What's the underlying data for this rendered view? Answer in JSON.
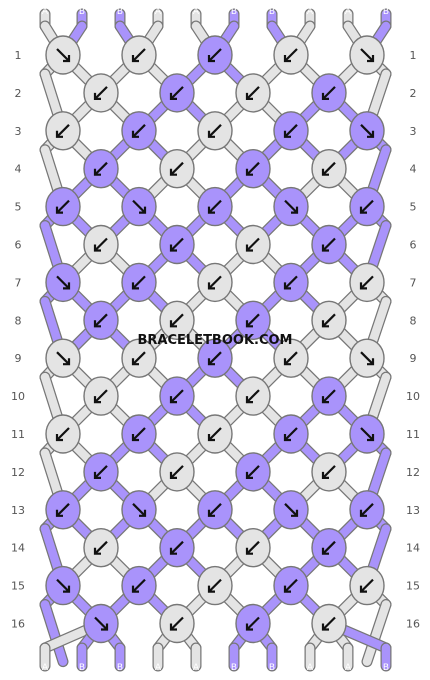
{
  "watermark": "BRACELETBOOK.COM",
  "colors": {
    "A": "#e4e4e4",
    "B": "#a993fb"
  },
  "rows": [
    "1",
    "2",
    "3",
    "4",
    "5",
    "6",
    "7",
    "8",
    "9",
    "10",
    "11",
    "12",
    "13",
    "14",
    "15",
    "16"
  ],
  "top_strings": [
    "A",
    "B",
    "B",
    "A",
    "A",
    "B",
    "B",
    "A",
    "A",
    "B"
  ],
  "bottom_strings": [
    "A",
    "B",
    "B",
    "A",
    "A",
    "B",
    "B",
    "A",
    "A",
    "B"
  ],
  "knots": [
    [
      {
        "c": "A",
        "d": "se"
      },
      {
        "c": "A",
        "d": "sw"
      },
      {
        "c": "B",
        "d": "sw"
      },
      {
        "c": "A",
        "d": "sw"
      },
      {
        "c": "A",
        "d": "se"
      }
    ],
    [
      {
        "c": "A",
        "d": "sw"
      },
      {
        "c": "B",
        "d": "sw"
      },
      {
        "c": "A",
        "d": "sw"
      },
      {
        "c": "B",
        "d": "sw"
      }
    ],
    [
      {
        "c": "A",
        "d": "sw"
      },
      {
        "c": "B",
        "d": "sw"
      },
      {
        "c": "A",
        "d": "sw"
      },
      {
        "c": "B",
        "d": "sw"
      },
      {
        "c": "B",
        "d": "se"
      }
    ],
    [
      {
        "c": "B",
        "d": "sw"
      },
      {
        "c": "A",
        "d": "sw"
      },
      {
        "c": "B",
        "d": "sw"
      },
      {
        "c": "A",
        "d": "sw"
      }
    ],
    [
      {
        "c": "B",
        "d": "sw"
      },
      {
        "c": "B",
        "d": "se"
      },
      {
        "c": "B",
        "d": "sw"
      },
      {
        "c": "B",
        "d": "se"
      },
      {
        "c": "B",
        "d": "sw"
      }
    ],
    [
      {
        "c": "A",
        "d": "sw"
      },
      {
        "c": "B",
        "d": "sw"
      },
      {
        "c": "A",
        "d": "sw"
      },
      {
        "c": "B",
        "d": "sw"
      }
    ],
    [
      {
        "c": "B",
        "d": "se"
      },
      {
        "c": "B",
        "d": "sw"
      },
      {
        "c": "A",
        "d": "sw"
      },
      {
        "c": "B",
        "d": "sw"
      },
      {
        "c": "A",
        "d": "sw"
      }
    ],
    [
      {
        "c": "B",
        "d": "sw"
      },
      {
        "c": "A",
        "d": "sw"
      },
      {
        "c": "B",
        "d": "sw"
      },
      {
        "c": "A",
        "d": "sw"
      }
    ],
    [
      {
        "c": "A",
        "d": "se"
      },
      {
        "c": "A",
        "d": "sw"
      },
      {
        "c": "B",
        "d": "sw"
      },
      {
        "c": "A",
        "d": "sw"
      },
      {
        "c": "A",
        "d": "se"
      }
    ],
    [
      {
        "c": "A",
        "d": "sw"
      },
      {
        "c": "B",
        "d": "sw"
      },
      {
        "c": "A",
        "d": "sw"
      },
      {
        "c": "B",
        "d": "sw"
      }
    ],
    [
      {
        "c": "A",
        "d": "sw"
      },
      {
        "c": "B",
        "d": "sw"
      },
      {
        "c": "A",
        "d": "sw"
      },
      {
        "c": "B",
        "d": "sw"
      },
      {
        "c": "B",
        "d": "se"
      }
    ],
    [
      {
        "c": "B",
        "d": "sw"
      },
      {
        "c": "A",
        "d": "sw"
      },
      {
        "c": "B",
        "d": "sw"
      },
      {
        "c": "A",
        "d": "sw"
      }
    ],
    [
      {
        "c": "B",
        "d": "sw"
      },
      {
        "c": "B",
        "d": "se"
      },
      {
        "c": "B",
        "d": "sw"
      },
      {
        "c": "B",
        "d": "se"
      },
      {
        "c": "B",
        "d": "sw"
      }
    ],
    [
      {
        "c": "A",
        "d": "sw"
      },
      {
        "c": "B",
        "d": "sw"
      },
      {
        "c": "A",
        "d": "sw"
      },
      {
        "c": "B",
        "d": "sw"
      }
    ],
    [
      {
        "c": "B",
        "d": "se"
      },
      {
        "c": "B",
        "d": "sw"
      },
      {
        "c": "A",
        "d": "sw"
      },
      {
        "c": "B",
        "d": "sw"
      },
      {
        "c": "A",
        "d": "sw"
      }
    ],
    [
      {
        "c": "B",
        "d": "se"
      },
      {
        "c": "A",
        "d": "sw"
      },
      {
        "c": "B",
        "d": "sw"
      },
      {
        "c": "A",
        "d": "sw"
      }
    ]
  ]
}
